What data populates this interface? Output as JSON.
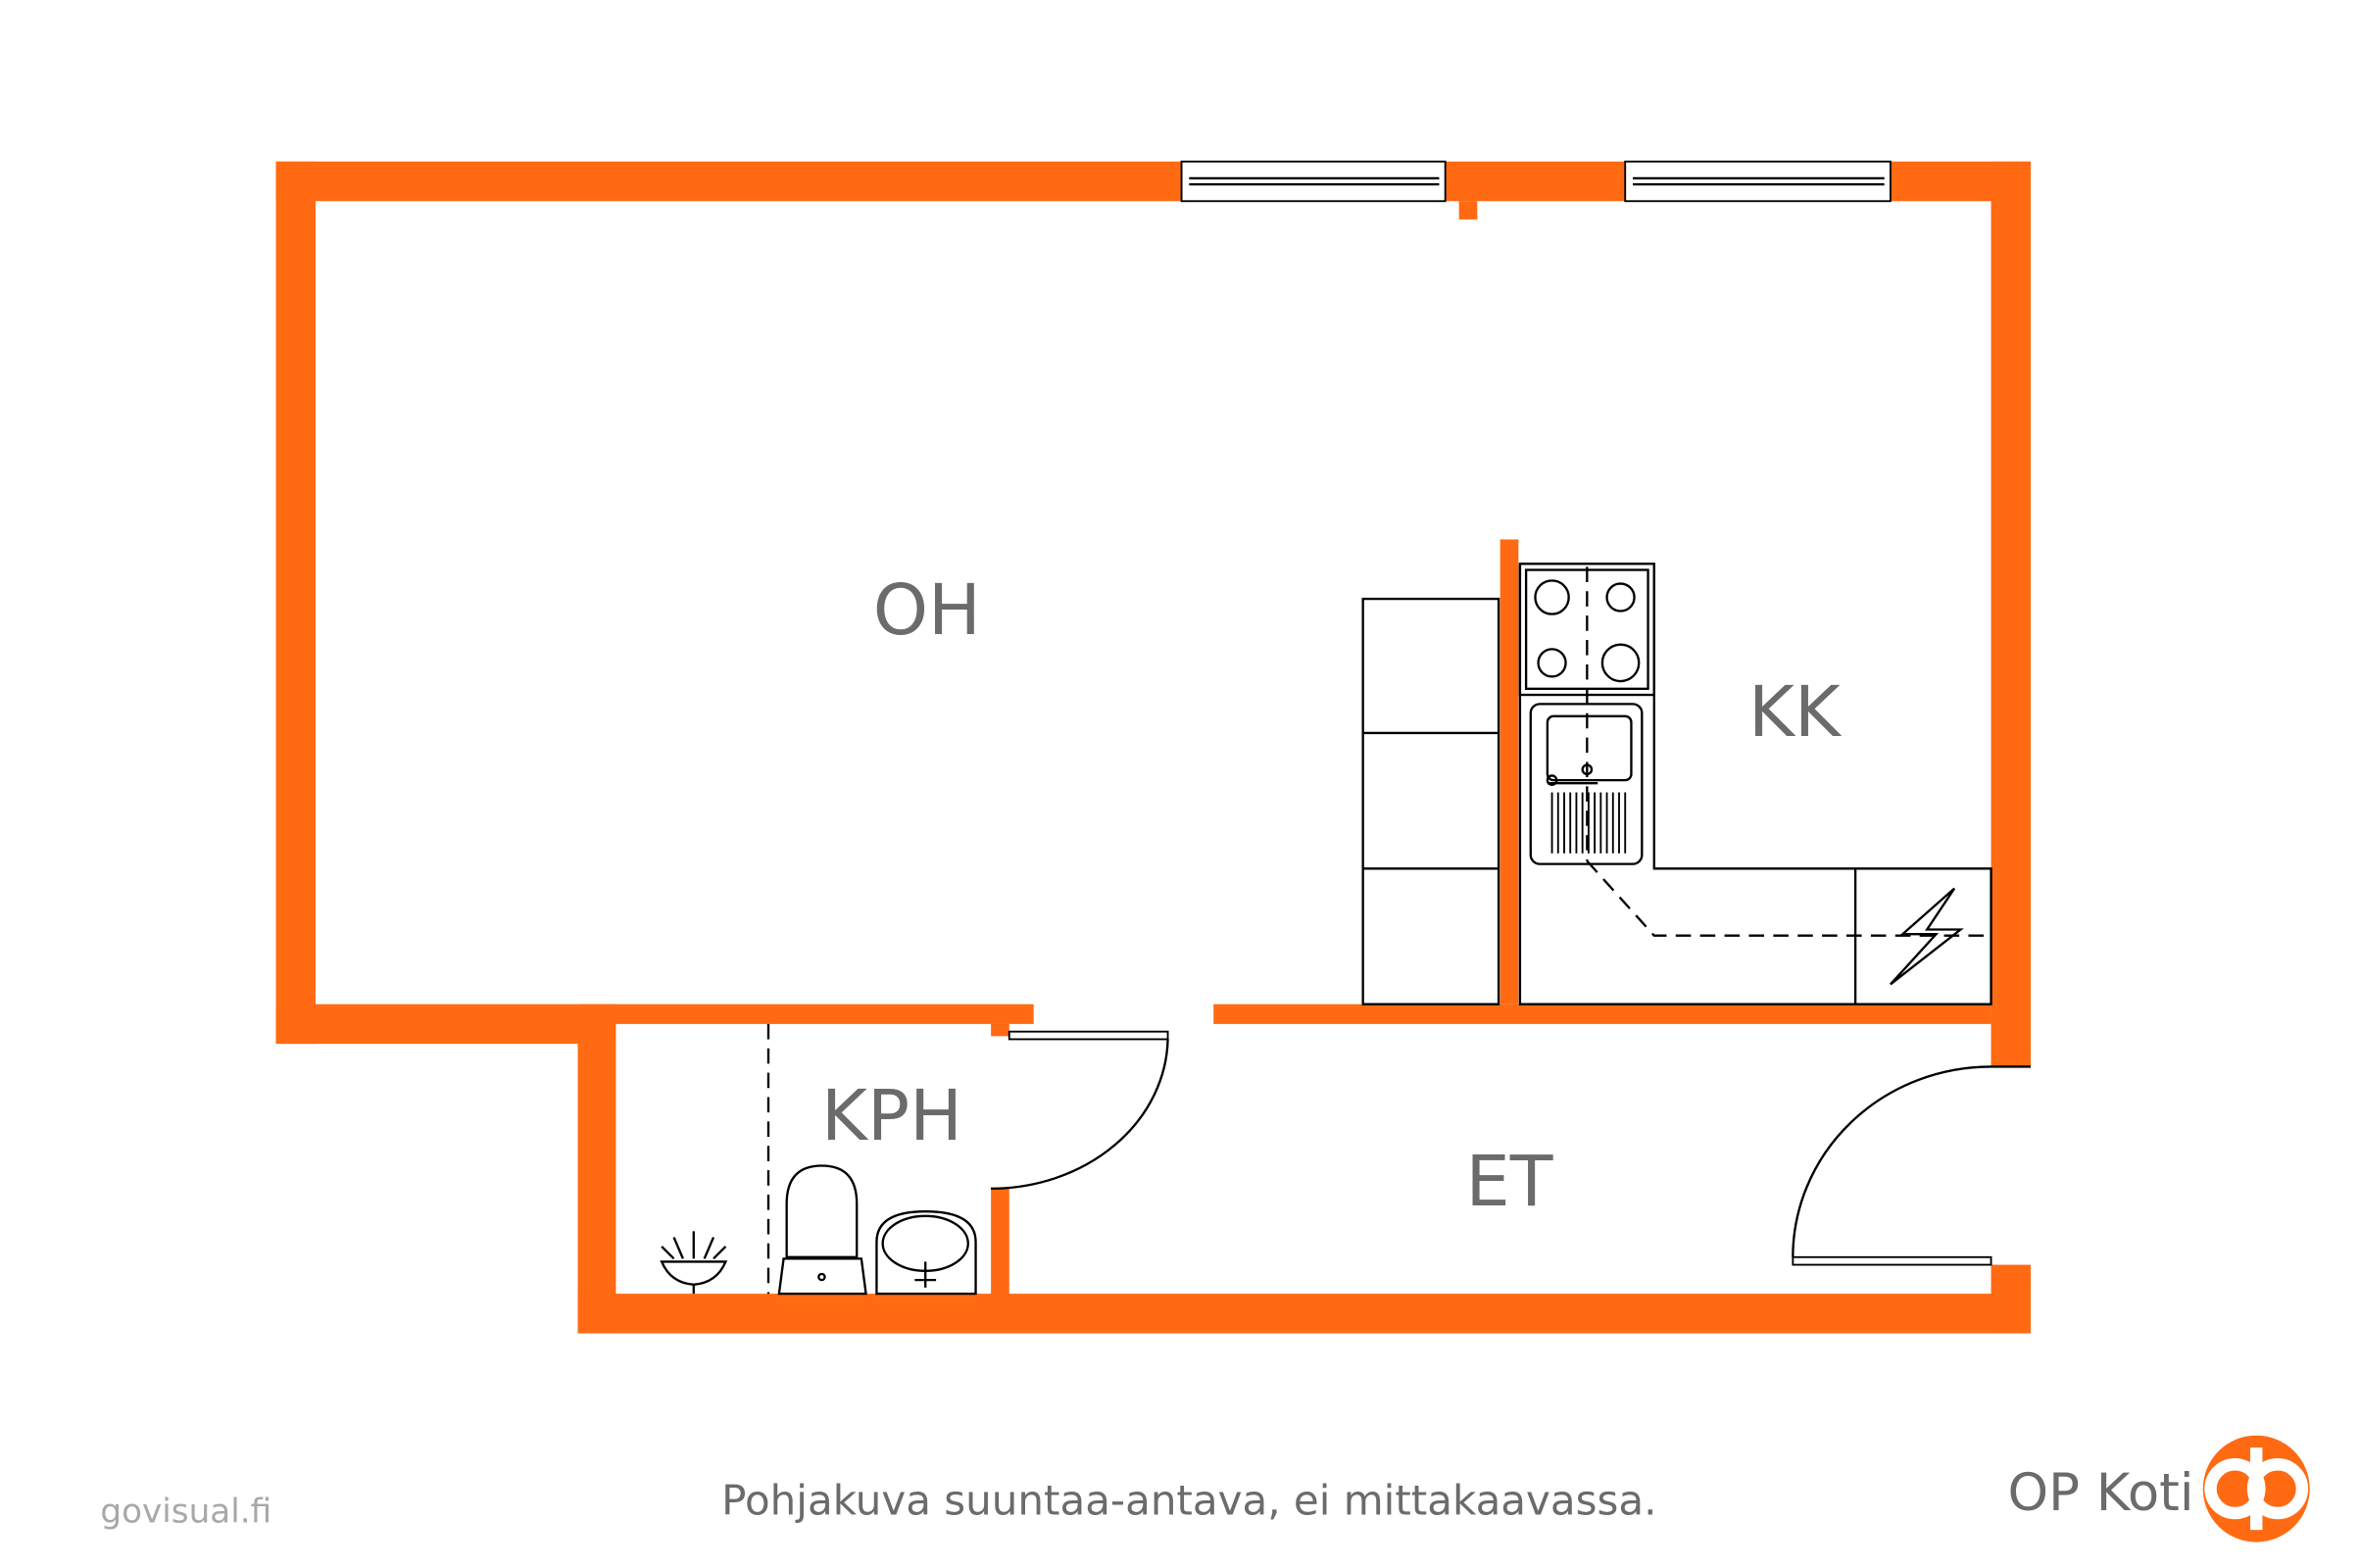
{
  "rooms": {
    "living": "OH",
    "kitchen": "KK",
    "bathroom": "KPH",
    "hall": "ET"
  },
  "footer": {
    "disclaimer": "Pohjakuva suuntaa-antava, ei mittakaavassa.",
    "credit": "govisual.fi",
    "brand": "OP Koti"
  },
  "colors": {
    "wall": "#ff6a13",
    "label": "#6b6b6b",
    "credit": "#a8a8a8"
  }
}
